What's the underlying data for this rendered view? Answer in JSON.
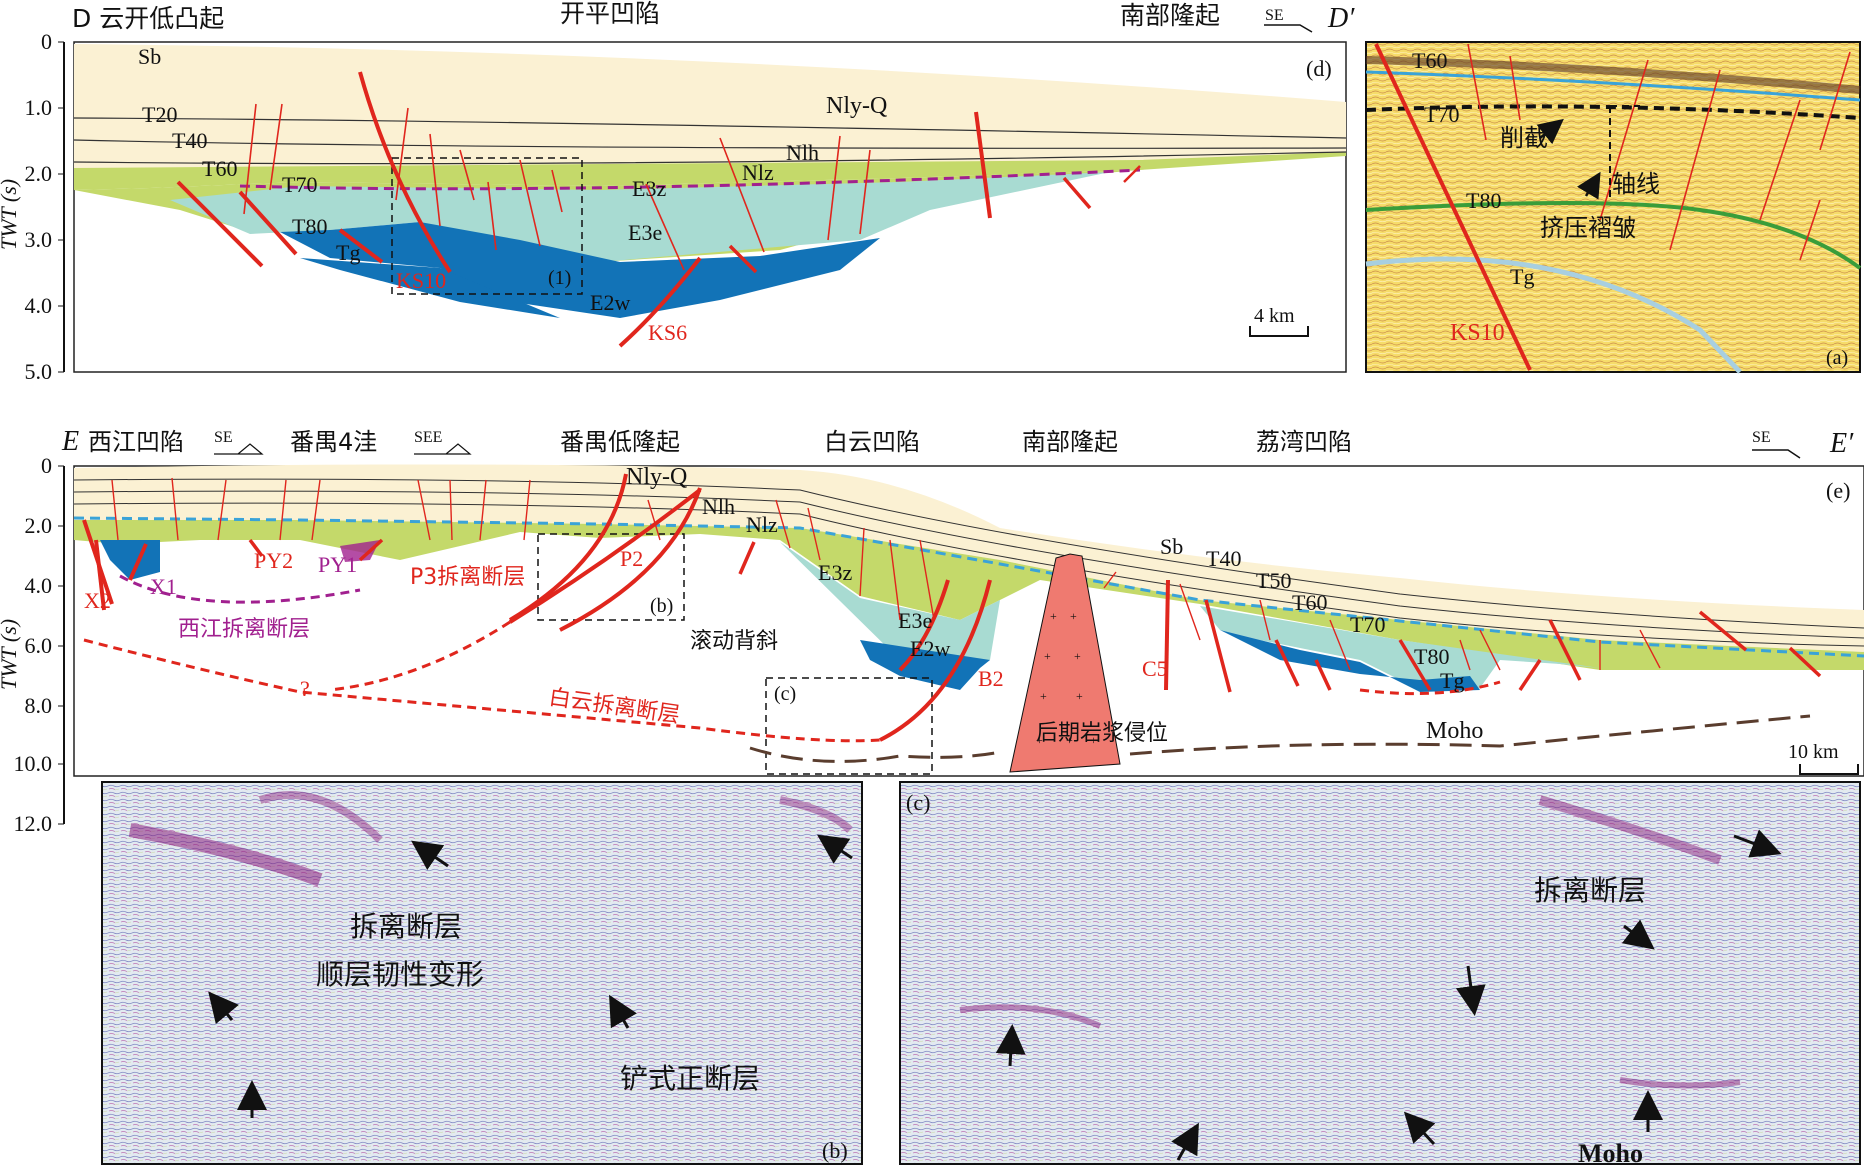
{
  "panel_d": {
    "title_left": "D 云开低凸起",
    "title_mid": "开平凹陷",
    "title_right": "南部隆起",
    "dir": "SE",
    "end_label": "D′",
    "tag": "(d)",
    "axis_label": "TWT (s)",
    "ticks": [
      "0",
      "1.0",
      "2.0",
      "3.0",
      "4.0",
      "5.0"
    ],
    "horizons": [
      "Sb",
      "T20",
      "T40",
      "T60",
      "T70",
      "T80",
      "Tg"
    ],
    "units": [
      "Nly-Q",
      "Nlh",
      "Nlz",
      "E3z",
      "E3e",
      "E2w"
    ],
    "faults": [
      "KS10",
      "KS6"
    ],
    "box_tag": "(1)",
    "scale": "4 km"
  },
  "panel_a": {
    "tag": "(a)",
    "horizons": [
      "T60",
      "T70",
      "T80",
      "Tg"
    ],
    "fault": "KS10",
    "notes": [
      "削截",
      "轴线",
      "挤压褶皱"
    ]
  },
  "panel_e": {
    "end_left": "E",
    "regions": [
      "西江凹陷",
      "番禺4洼",
      "番禺低隆起",
      "白云凹陷",
      "南部隆起",
      "荔湾凹陷"
    ],
    "dirs": [
      "SE",
      "SEE",
      "SE"
    ],
    "end_label": "E′",
    "tag": "(e)",
    "axis_label": "TWT (s)",
    "ticks": [
      "0",
      "2.0",
      "4.0",
      "6.0",
      "8.0",
      "10.0",
      "12.0"
    ],
    "horizons": [
      "Sb",
      "T40",
      "T50",
      "T60",
      "T70",
      "T80",
      "Tg"
    ],
    "units": [
      "Nly-Q",
      "Nlh",
      "Nlz",
      "E3z",
      "E3e",
      "E2w"
    ],
    "faults": [
      "X2",
      "X1",
      "PY2",
      "PY1",
      "P2",
      "B2",
      "C5"
    ],
    "detachments": [
      "西江拆离断层",
      "P3拆离断层",
      "白云拆离断层"
    ],
    "question": "?",
    "notes": [
      "滚动背斜",
      "后期岩浆侵位",
      "Moho"
    ],
    "box_b": "(b)",
    "box_c": "(c)",
    "scale": "10 km"
  },
  "panel_b": {
    "tag": "(b)",
    "text1": "拆离断层",
    "text2": "顺层韧性变形",
    "text3": "铲式正断层"
  },
  "panel_c": {
    "tag": "(c)",
    "text1": "拆离断层",
    "text2": "Moho"
  },
  "colors": {
    "neogene": "#fbf1d3",
    "e3z": "#c4d96a",
    "e3e": "#a8dbd2",
    "e2w": "#1273b7",
    "fault": "#e0261d",
    "detach_mag": "#a1208f",
    "magma": "#ef7a70",
    "seismic_yellow": "#f6dc6a"
  }
}
